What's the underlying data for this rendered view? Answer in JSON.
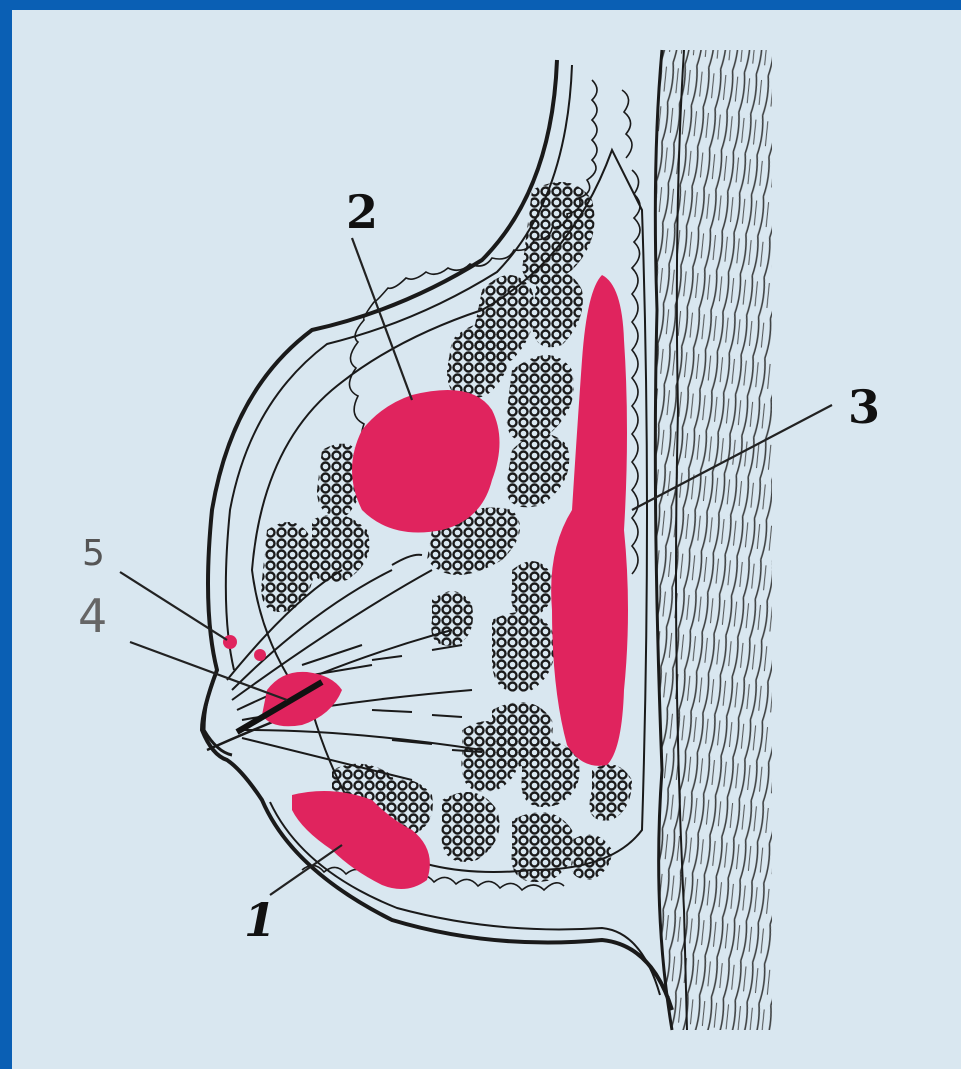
{
  "labels": {
    "l1": "1",
    "l2": "2",
    "l3": "3",
    "l4": "4",
    "l5": "5"
  },
  "colors": {
    "background": "#d9e7f0",
    "border": "#0a5fb4",
    "lesion": "#e0245e",
    "ink": "#1a1a1a"
  }
}
